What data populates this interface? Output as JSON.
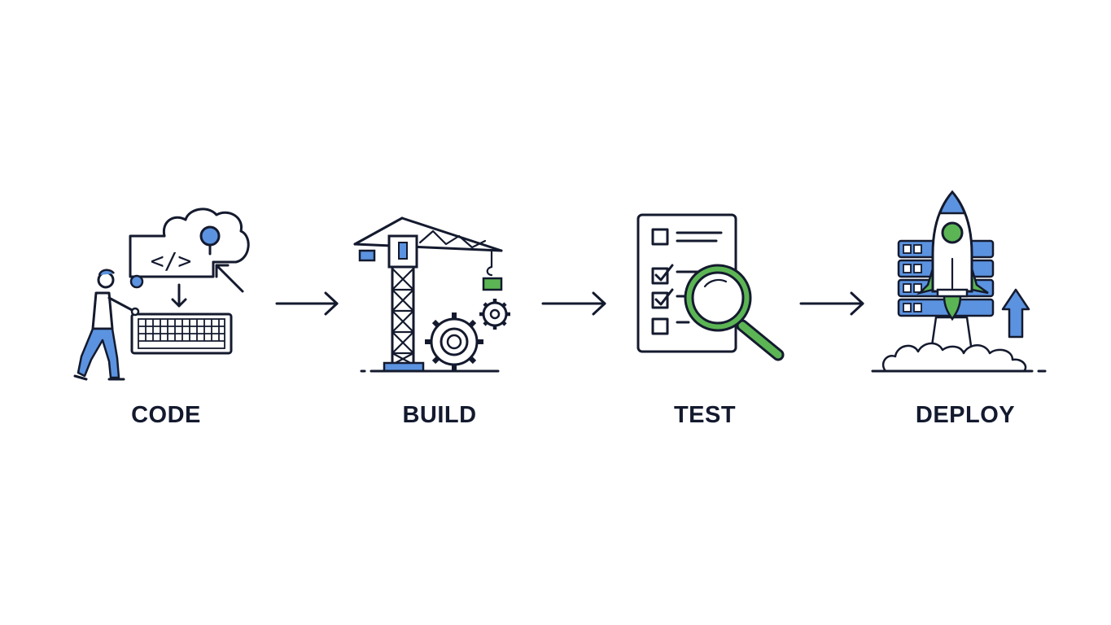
{
  "steps": [
    {
      "label": "CODE",
      "icon": "developer-keyboard-cloud-icon"
    },
    {
      "label": "BUILD",
      "icon": "crane-gears-icon"
    },
    {
      "label": "TEST",
      "icon": "checklist-magnifier-icon"
    },
    {
      "label": "DEPLOY",
      "icon": "rocket-servers-icon"
    }
  ],
  "colors": {
    "ink": "#141a2e",
    "blue": "#5b93e0",
    "green": "#5cb554",
    "background": "#ffffff"
  }
}
